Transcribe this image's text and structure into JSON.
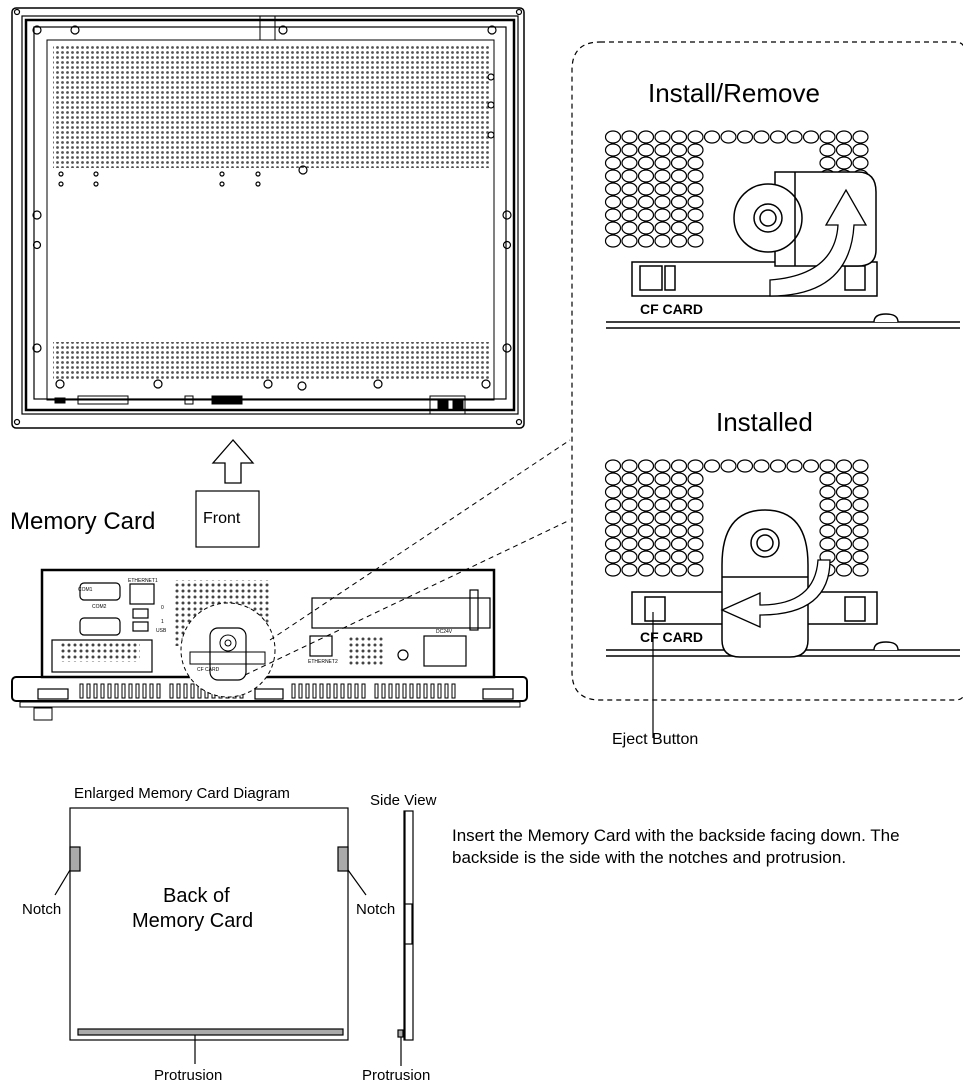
{
  "labels": {
    "install_remove": "Install/Remove",
    "installed": "Installed",
    "memory_card": "Memory Card",
    "front": "Front",
    "cf_card_top": "CF  CARD",
    "cf_card_bottom": "CF  CARD",
    "eject_button": "Eject Button",
    "enlarged_title": "Enlarged Memory Card Diagram",
    "side_view": "Side View",
    "back_of_card_line1": "Back of",
    "back_of_card_line2": "Memory Card",
    "notch_left": "Notch",
    "notch_right": "Notch",
    "protrusion_left": "Protrusion",
    "protrusion_right": "Protrusion",
    "instruction": "Insert the Memory Card with the backside facing down. The backside is the side with the notches and protrusion."
  },
  "device_port_labels": {
    "com1": "COM1",
    "com2": "COM2",
    "ethernet1": "ETHERNET1",
    "ethernet2": "ETHERNET2",
    "usb": "USB",
    "cf_card_small": "CF CARD",
    "dc24v": "DC24V",
    "usb_0": "0",
    "usb_1": "1"
  }
}
